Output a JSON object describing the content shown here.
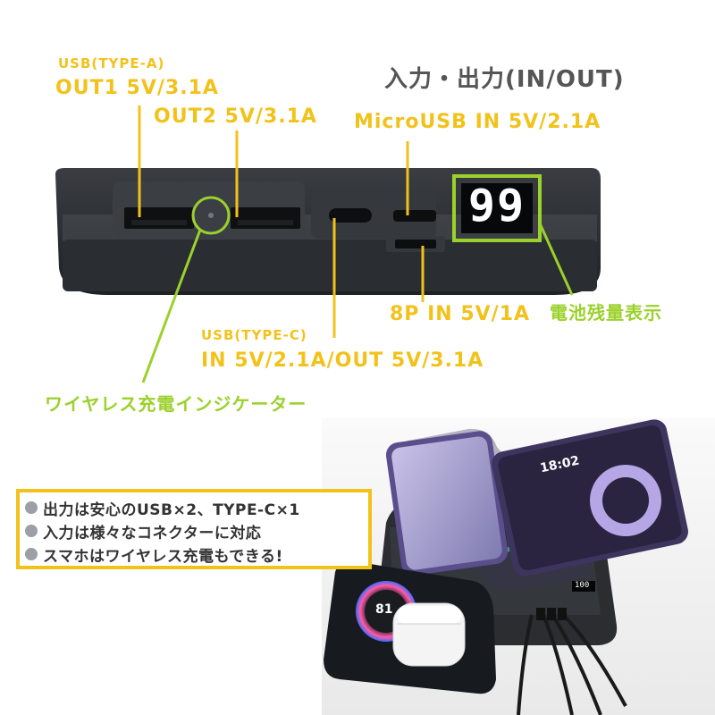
{
  "labels": {
    "usb_a_header": "USB(TYPE-A)",
    "out1": "OUT1 5V/3.1A",
    "out2": "OUT2 5V/3.1A",
    "inout_title": "入力・出力(IN/OUT)",
    "micro_usb": "MicroUSB IN 5V/2.1A",
    "pin8": "8P IN 5V/1A",
    "battery_display": "電池残量表示",
    "usb_c_header": "USB(TYPE-C)",
    "usb_c_spec": "IN 5V/2.1A/OUT 5V/3.1A",
    "wireless_indicator": "ワイヤレス充電インジケーター"
  },
  "display_value": "99",
  "features": [
    "出力は安心のUSB×2、TYPE-C×1",
    "入力は様々なコネクターに対応",
    "スマホはワイヤレス充電もできる!"
  ],
  "photo": {
    "phone_time": "18:02",
    "earbuds_level": "81",
    "powerbank_display": "100"
  },
  "colors": {
    "yellow": "#f2c21b",
    "green": "#9bd12c",
    "device_dark": "#2a2d32"
  }
}
